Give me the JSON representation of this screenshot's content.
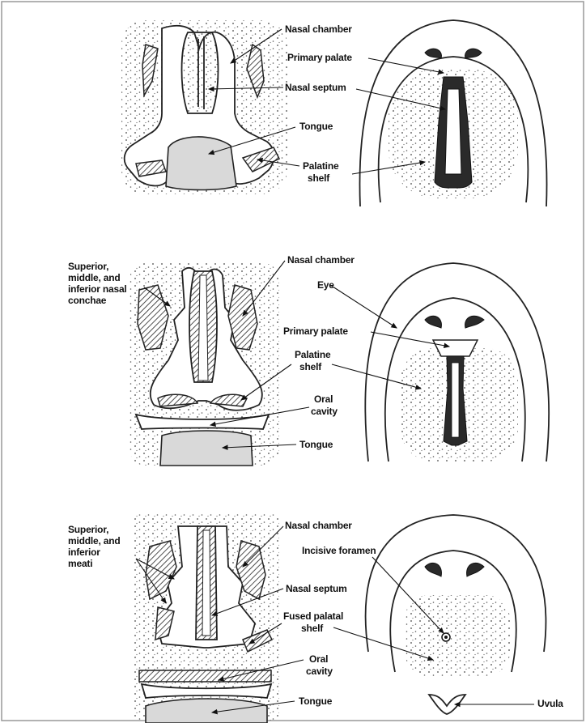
{
  "panels": [
    {
      "labels": {
        "nasal_chamber": "Nasal chamber",
        "primary_palate": "Primary palate",
        "nasal_septum": "Nasal septum",
        "tongue": "Tongue",
        "palatine_shelf_1": "Palatine",
        "palatine_shelf_2": "shelf"
      }
    },
    {
      "labels": {
        "conchae_1": "Superior,",
        "conchae_2": "middle, and",
        "conchae_3": "inferior nasal",
        "conchae_4": "conchae",
        "nasal_chamber": "Nasal chamber",
        "eye": "Eye",
        "primary_palate": "Primary palate",
        "palatine_shelf_1": "Palatine",
        "palatine_shelf_2": "shelf",
        "oral_cavity_1": "Oral",
        "oral_cavity_2": "cavity",
        "tongue": "Tongue"
      }
    },
    {
      "labels": {
        "meati_1": "Superior,",
        "meati_2": "middle, and",
        "meati_3": "inferior",
        "meati_4": "meati",
        "nasal_chamber": "Nasal chamber",
        "incisive_foramen": "Incisive foramen",
        "nasal_septum": "Nasal septum",
        "fused_palatal_shelf_1": "Fused palatal",
        "fused_palatal_shelf_2": "shelf",
        "oral_cavity_1": "Oral",
        "oral_cavity_2": "cavity",
        "tongue": "Tongue",
        "uvula": "Uvula"
      }
    }
  ]
}
